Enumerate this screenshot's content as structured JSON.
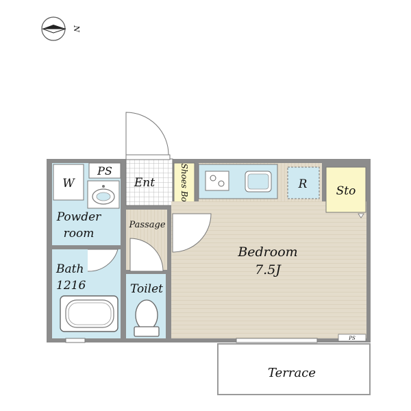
{
  "compass": {
    "label": "N",
    "icon": "north-arrow-icon"
  },
  "rooms": {
    "washer": "W",
    "pipe_space": "PS",
    "entrance": "Ent",
    "shoes_box": "Shoes Box",
    "refrigerator": "R",
    "storage": "Sto",
    "powder_room_line1": "Powder",
    "powder_room_line2": "room",
    "passage": "Passage",
    "bedroom_name": "Bedroom",
    "bedroom_size": "7.5J",
    "bath_line1": "Bath",
    "bath_line2": "1216",
    "toilet": "Toilet",
    "pipe_space_small": "PS",
    "terrace": "Terrace"
  },
  "colors": {
    "wall": "#8c8c8c",
    "wet_area": "#cfe9f1",
    "floor": "#e4dccb",
    "floor_line": "#d2c7b0",
    "storage": "#fbf7c8",
    "entrance_tile": "#bcbcbc"
  }
}
